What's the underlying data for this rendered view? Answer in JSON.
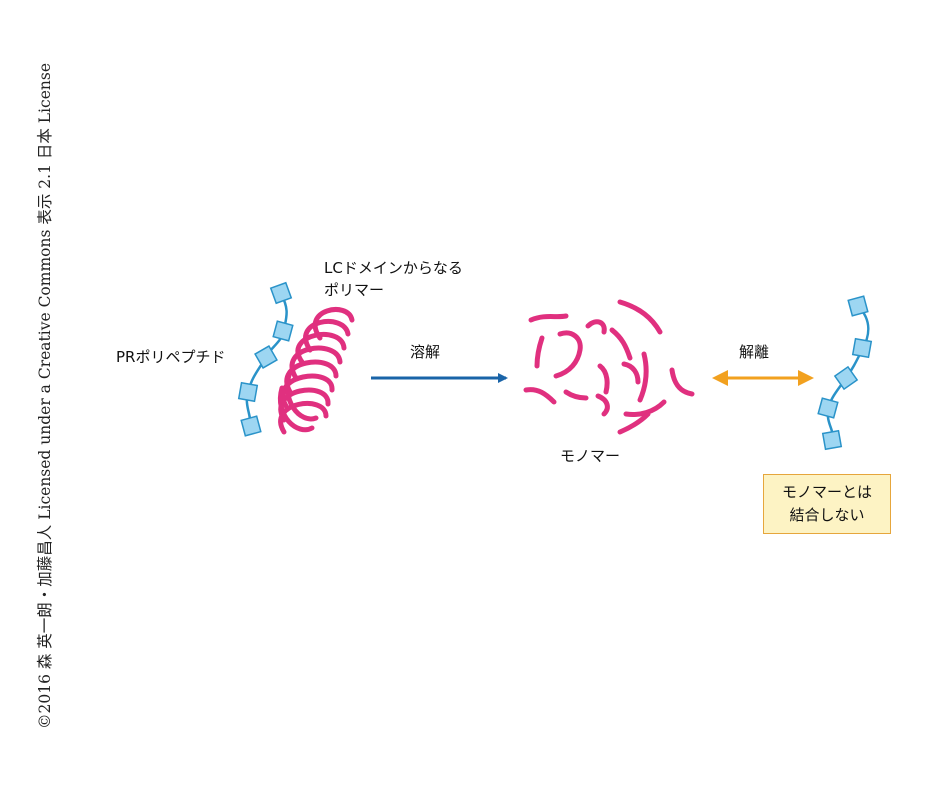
{
  "copyright": "©2016 森 英一朗・加藤昌人 Licensed under a Creative Commons 表示 2.1 日本 License",
  "labels": {
    "polymer_line1": "LCドメインからなる",
    "polymer_line2": "ポリマー",
    "pr_polypeptide": "PRポリペプチド",
    "dissolve": "溶解",
    "dissociate": "解離",
    "monomer": "モノマー"
  },
  "note": {
    "line1": "モノマーとは",
    "line2": "結合しない"
  },
  "colors": {
    "polymer": "#e0307f",
    "bead_fill": "#9dd6f2",
    "bead_stroke": "#2a93c9",
    "chain": "#2a93c9",
    "arrow_dissolve": "#1a64a8",
    "arrow_dissociate": "#f2a11f",
    "note_fill": "#fdf3c4",
    "note_border": "#e6a63c"
  }
}
